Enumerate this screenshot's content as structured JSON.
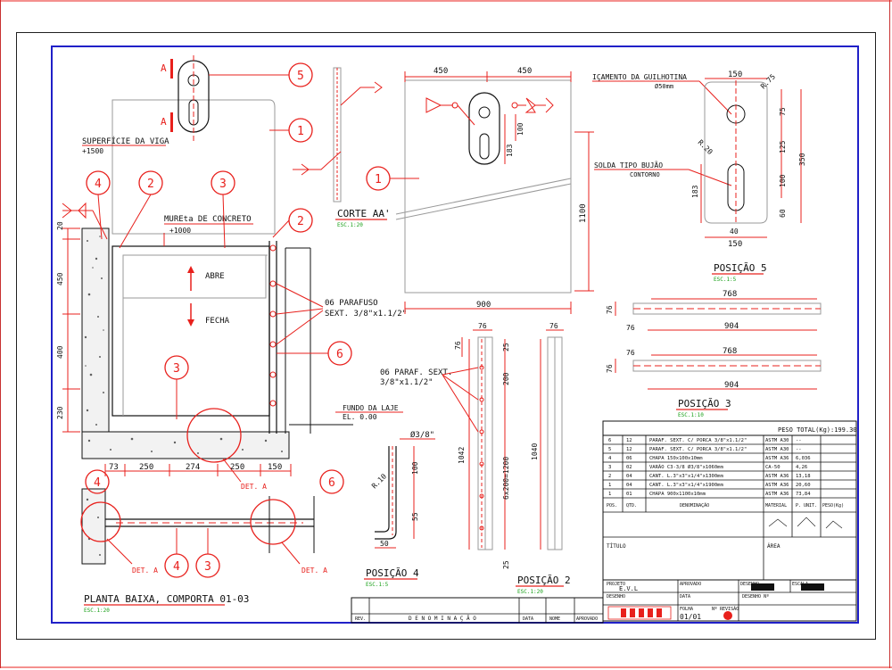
{
  "colors": {
    "red": "#e8201c",
    "blue": "#2020c8",
    "black": "#101010",
    "green": "#1aa01a",
    "grey": "#9a9a9a"
  },
  "plan": {
    "top_labels": {
      "superficie": "SUPERFÍCIE DA VIGA",
      "superficie_el": "+1500",
      "mureta": "MUREta DE CONCRETO",
      "mureta_el": "+1000",
      "abre": "ABRE",
      "fecha": "FECHA",
      "parafuso": "06 PARAFUSO",
      "parafuso2": "SEXT. 3/8\"x1.1/2\"",
      "fundo": "FUNDO DA LAJE",
      "fundo_el": "EL. 0.00",
      "det_a": "DET. A"
    },
    "left_dims": [
      "20",
      "450",
      "400",
      "230"
    ],
    "bottom_dims": [
      "73",
      "250",
      "274",
      "250",
      "150"
    ],
    "balloons": [
      "5",
      "1",
      "4",
      "2",
      "3",
      "2",
      "6",
      "3",
      "6",
      "4",
      "3",
      "1"
    ],
    "title": "PLANTA BAIXA, COMPORTA 01-03",
    "scale": "ESC.1:20",
    "a_mark": "A",
    "det_a_left": "DET. A",
    "det_a_right": "DET. A"
  },
  "corte": {
    "title": "CORTE AA'",
    "scale": "ESC.1:20",
    "dims_top": [
      "450",
      "450"
    ],
    "dim_height": "1100",
    "dim_width": "900",
    "dims_small": [
      "100",
      "183"
    ]
  },
  "pos5": {
    "header": "IÇAMENTO DA GUILHOTINA",
    "header2": "Ø50mm",
    "solda": "SOLDA TIPO BUJÃO",
    "solda2": "CONTORNO",
    "dims": [
      "150",
      "R.75",
      "75",
      "R.20",
      "125",
      "350",
      "183",
      "100",
      "60",
      "40",
      "150"
    ],
    "title": "POSIÇÃO 5",
    "scale": "ESC.1:5"
  },
  "pos3": {
    "dims_a": [
      "76",
      "76",
      "768",
      "904"
    ],
    "dims_b": [
      "76",
      "76",
      "768",
      "904"
    ],
    "title": "POSIÇÃO 3",
    "scale": "ESC.1:10"
  },
  "pos2": {
    "paraf": "06 PARAF. SEXT.",
    "paraf2": "3/8\"x1.1/2\"",
    "dims": [
      "76",
      "76",
      "25",
      "200",
      "1042",
      "6x200=1200",
      "25",
      "1040",
      "76"
    ],
    "title": "POSIÇÃO 2",
    "scale": "ESC.1:20"
  },
  "pos4": {
    "phi": "Ø3/8\"",
    "dims": [
      "R.10",
      "100",
      "55",
      "50"
    ],
    "title": "POSIÇÃO 4",
    "scale": "ESC.1:5"
  },
  "table": {
    "peso": "PESO TOTAL(Kg):199.30",
    "rows": [
      [
        "6",
        "12",
        "PARAF. SEXT. C/ PORCA 3/8\"x1.1/2\"",
        "ASTM A30",
        "--"
      ],
      [
        "5",
        "12",
        "PARAF. SEXT. C/ PORCA 3/8\"x1.1/2\"",
        "ASTM A30",
        "--"
      ],
      [
        "4",
        "06",
        "CHAPA 150x100x10mm",
        "ASTM A36",
        "6,036"
      ],
      [
        "3",
        "02",
        "VARÃO C3-3/8 Ø3/8\"x1060mm",
        "CA-50",
        "4,26"
      ],
      [
        "2",
        "04",
        "CANT. L.3\"x3\"x1/4\"x1300mm",
        "ASTM A36",
        "13,18"
      ],
      [
        "1",
        "04",
        "CANT. L.3\"x3\"x1/4\"x1900mm",
        "ASTM A36",
        "20,60"
      ],
      [
        "1",
        "01",
        "CHAPA 900x1100x10mm",
        "ASTM A36",
        "73,84"
      ]
    ],
    "headers": [
      "POS.",
      "QTD.",
      "DENOMINAÇÃO",
      "MATERIAL",
      "P. UNIT.",
      "PESO(Kg)"
    ],
    "titulo": "TÍTULO",
    "area": "ÁREA",
    "projeto": "PROJETO",
    "aprovado": "APROVADO",
    "escala": "ESCALA",
    "desenho": "DESENHO",
    "data": "DATA",
    "desenho_n": "DESENHO Nº",
    "projeto_val": "E.V.L",
    "folha": "FOLHA",
    "folha_val": "01/01",
    "rev": "Nº REVISÃO"
  },
  "bottom_strip": [
    "REV.",
    "D E N O M I N A Ç Ã O",
    "DATA",
    "NOME",
    "APROVADO"
  ]
}
